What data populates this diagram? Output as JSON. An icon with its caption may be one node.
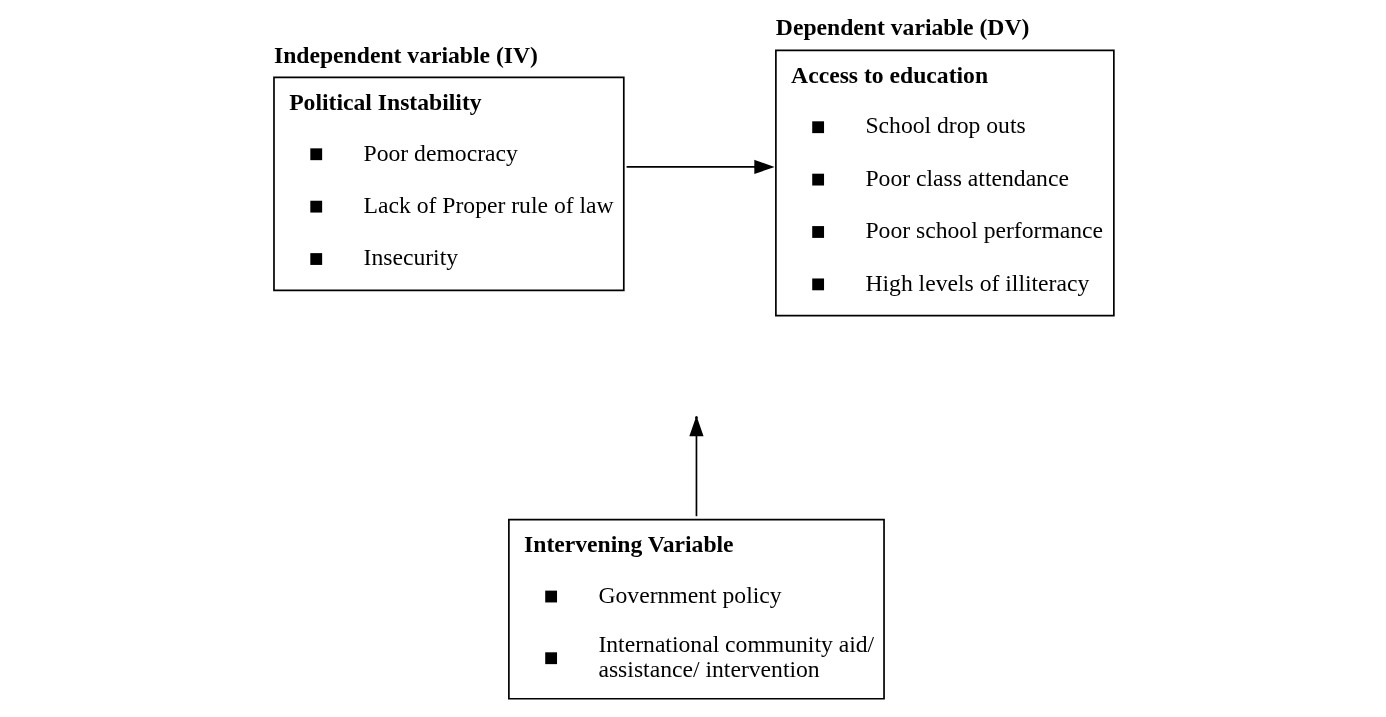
{
  "diagram": {
    "nodes": [
      {
        "text": [
          "Independent variable (IV)",
          "Political Instability",
          "Poor democracy",
          "Lack of Proper rule of law",
          "Insecurity"
        ]
      },
      {
        "text": [
          "Dependent variable (DV)",
          "Access to education",
          "School drop outs",
          "Poor class attendance",
          "Poor school performance",
          "High levels of illiteracy"
        ]
      },
      {
        "text": [
          "Intervening Variable",
          "Government policy",
          "International community aid/ assistance/ intervention"
        ]
      }
    ],
    "edges": [
      {
        "from": 0,
        "to": 1,
        "arrow": "to"
      },
      {
        "from": 2,
        "to": null,
        "arrow": "to"
      }
    ]
  }
}
